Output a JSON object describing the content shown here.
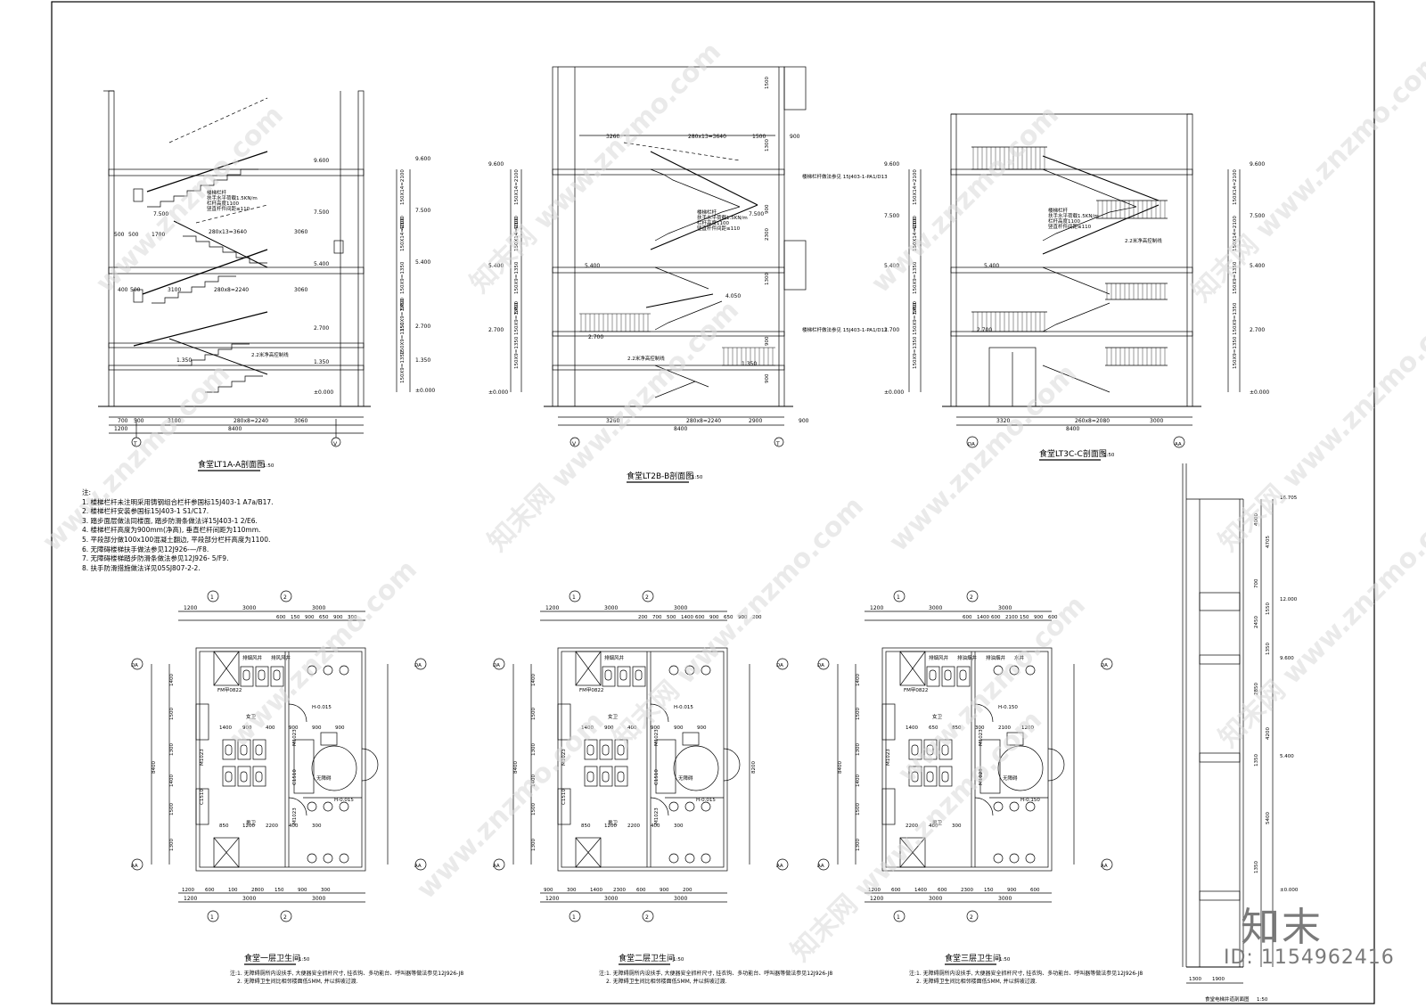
{
  "section_aa": {
    "title": "食堂LT1A-A剖面图",
    "scale": "1:50",
    "levels": [
      "9.600",
      "7.500",
      "5.400",
      "2.700",
      "1.350",
      "±0.000"
    ],
    "note_landing": "2.2米净高控制线",
    "rail_note": [
      "楼梯栏杆",
      "扶手水平荷载1.5KN/m",
      "栏杆高度1100",
      "竖直杆件间距≤110"
    ],
    "dims_bottom_1": [
      "700",
      "500",
      "3100",
      "280x8=2240",
      "3060"
    ],
    "dims_bottom_2": [
      "1200",
      "8400"
    ],
    "dims_mid": [
      "1700",
      "280x13=3640",
      "3060",
      "3100",
      "280x8=2240",
      "3060",
      "500",
      "500",
      "400",
      "500"
    ],
    "dims_right": [
      "150X14=2100",
      "4200",
      "150X14=2100",
      "150X9=1350",
      "5400",
      "150X9=1350",
      "150X9=1350",
      "150X9=1350"
    ],
    "axes": [
      "T",
      "V"
    ]
  },
  "section_bb": {
    "title": "食堂LT2B-B剖面图",
    "scale": "1:50",
    "levels": [
      "9.600",
      "7.500",
      "5.400",
      "4.050",
      "2.700",
      "1.350",
      "±0.000"
    ],
    "note_landing": "2.2米净高控制线",
    "rail_note": [
      "楼梯栏杆",
      "扶手水平荷载1.5KN/m",
      "栏杆高度1100",
      "竖直杆件间距≤110"
    ],
    "handrail_note": "楼梯栏杆做法参见 15J403-1-PA1/D13",
    "dims_top": [
      "3260",
      "280x13=3640",
      "1500",
      "900"
    ],
    "dims_bottom_1": [
      "3260",
      "280x8=2240",
      "2900",
      "900"
    ],
    "dims_bottom_2": [
      "8400"
    ],
    "dims_left": [
      "150X14=2100",
      "4200",
      "150X14=2100",
      "150X9=1350",
      "5400",
      "150X9=1350",
      "150X9=1350"
    ],
    "dims_right": [
      "1500",
      "1300",
      "2300",
      "1300",
      "900",
      "900",
      "900"
    ],
    "axes": [
      "V",
      "T"
    ]
  },
  "section_cc": {
    "title": "食堂LT3C-C剖面图",
    "scale": "1:50",
    "levels": [
      "9.600",
      "7.500",
      "5.400",
      "2.700",
      "±0.000"
    ],
    "note_landing": "2.2米净高控制线",
    "rail_note": [
      "楼梯栏杆",
      "扶手水平荷载1.5KN/m",
      "栏杆高度1100",
      "竖直杆件间距≤110"
    ],
    "dims_bottom_1": [
      "3320",
      "260x8=2080",
      "3000"
    ],
    "dims_bottom_2": [
      "8400"
    ],
    "dims_left": [
      "150X14=2100",
      "4200",
      "150X14=2100",
      "150X9=1350",
      "5400",
      "150X9=1350",
      "150X9=1350"
    ],
    "dims_right": [
      "150X14=2100",
      "150X14=2100",
      "150X9=1350",
      "150X9=1350",
      "150X9=1350"
    ],
    "axes": [
      "DA",
      "AA"
    ]
  },
  "notes": {
    "heading": "注:",
    "items": [
      "1. 楼梯栏杆未注明采用铸钢组合栏杆参国标15J403-1 A7a/B17.",
      "2. 楼梯栏杆安装参国标15J403-1 S1/C17.",
      "3. 踏步面层做法同楼面, 踏步防滑条做法详15J403-1 2/E6.",
      "4. 楼梯栏杆高度为900mm(净高), 垂直栏杆间距为110mm.",
      "5. 平段部分做100x100混凝土翻边, 平段部分栏杆高度为1100.",
      "6. 无障碍楼梯扶手做法参见12J926-—/F8.",
      "7. 无障碍楼梯踏步防滑条做法参见12J926- 5/F9.",
      "8. 扶手防滑措施做法详见05SJ807-2-2."
    ]
  },
  "plan_1": {
    "title": "食堂一层卫生间",
    "scale": "1:50",
    "rooms": [
      "女卫",
      "男卫",
      "无障碍",
      "排烟风井",
      "排风风井"
    ],
    "door_tags": [
      "FM甲0822",
      "M1023",
      "M1023",
      "C1510",
      "C1510",
      "M1023"
    ],
    "levels": [
      "H-0.015",
      "H-0.015"
    ],
    "dims_top_1": [
      "1200",
      "3000",
      "3000"
    ],
    "dims_top_2": [
      "600",
      "150",
      "900",
      "650",
      "900",
      "300"
    ],
    "dims_left": [
      "1400",
      "1500",
      "1300",
      "1400",
      "1500",
      "1300"
    ],
    "dims_total": "8400",
    "dims_bottom_1": [
      "1200",
      "600",
      "100",
      "2800",
      "150",
      "900",
      "300"
    ],
    "dims_bottom_2": [
      "1200",
      "3000",
      "3000"
    ],
    "inner_dims": [
      "1400",
      "900",
      "400",
      "900",
      "900",
      "900",
      "850",
      "1200",
      "2200",
      "400",
      "300"
    ],
    "axes_h": [
      "1",
      "2"
    ],
    "axes_v": [
      "DA",
      "AA"
    ],
    "footnote": [
      "注:1. 无障碍厕所内设扶手, 大便器安全抓杆尺寸, 挂衣钩、多功能台、呼叫器等做法参见12J926-J8",
      "2. 无障碍卫生间比相邻楼面低5MM, 并以斜坡过渡."
    ]
  },
  "plan_2": {
    "title": "食堂二层卫生间",
    "scale": "1:50",
    "rooms": [
      "女卫",
      "男卫",
      "无障碍",
      "排烟风井"
    ],
    "door_tags": [
      "FM甲0822",
      "M1023",
      "M1023",
      "C1510",
      "C1510",
      "M1023"
    ],
    "levels": [
      "H-0.015",
      "H-0.015"
    ],
    "dims_top_1": [
      "1200",
      "3000",
      "3000"
    ],
    "dims_top_2": [
      "200",
      "700",
      "500",
      "1400",
      "600",
      "900",
      "650",
      "900",
      "200"
    ],
    "dims_left": [
      "1400",
      "1500",
      "1300",
      "1400",
      "1500",
      "1300"
    ],
    "dims_total": "8400",
    "dims_right_total": "8200",
    "dims_bottom_1": [
      "900",
      "300",
      "1400",
      "2300",
      "600",
      "900",
      "200"
    ],
    "dims_bottom_2": [
      "1200",
      "3000",
      "3000"
    ],
    "inner_dims": [
      "1400",
      "900",
      "400",
      "900",
      "900",
      "900",
      "850",
      "1200",
      "2200",
      "400",
      "300"
    ],
    "axes_h": [
      "1",
      "2"
    ],
    "axes_v": [
      "DA",
      "AA"
    ],
    "footnote": [
      "注:1. 无障碍厕所内设扶手, 大便器安全抓杆尺寸, 挂衣钩、多功能台、呼叫器等做法参见12J926-J8",
      "2. 无障碍卫生间比相邻楼面低5MM, 并以斜坡过渡."
    ]
  },
  "plan_3": {
    "title": "食堂三层卫生间",
    "scale": "1:50",
    "rooms": [
      "女卫",
      "男卫",
      "无障碍",
      "排烟风井",
      "排油烟井",
      "排油烟井",
      "水井"
    ],
    "door_tags": [
      "FM甲0822",
      "M1023",
      "M1023",
      "M1023"
    ],
    "levels": [
      "H-0.150",
      "H-0.150"
    ],
    "dims_top_1": [
      "1200",
      "3000",
      "3000"
    ],
    "dims_top_2": [
      "600",
      "1400",
      "600",
      "2100",
      "150",
      "900",
      "600"
    ],
    "dims_left": [
      "1400",
      "1500",
      "1300",
      "1400",
      "1500",
      "1300"
    ],
    "dims_total": "8400",
    "dims_bottom_1": [
      "1200",
      "600",
      "1400",
      "600",
      "2300",
      "150",
      "900",
      "600"
    ],
    "dims_bottom_2": [
      "1200",
      "3000",
      "3000"
    ],
    "inner_dims": [
      "1400",
      "650",
      "850",
      "300",
      "2100",
      "1200",
      "2200",
      "400",
      "300"
    ],
    "axes_h": [
      "1",
      "2"
    ],
    "axes_v": [
      "DA",
      "AA"
    ],
    "footnote": [
      "注:1. 无障碍厕所内设扶手, 大便器安全抓杆尺寸, 挂衣钩、多功能台、呼叫器等做法参见12J926-J8",
      "2. 无障碍卫生间比相邻楼面低5MM, 并以斜坡过渡."
    ]
  },
  "elevator_section": {
    "title": "食堂电梯井道剖面图",
    "scale": "1:50",
    "levels": [
      "16.705",
      "12.000",
      "9.600",
      "5.400",
      "±0.000"
    ],
    "dims_right": [
      "4000",
      "4705",
      "700",
      "1550",
      "2450",
      "1350",
      "2850",
      "4200",
      "1350",
      "5400",
      "1350"
    ],
    "dims_bottom": [
      "1300",
      "1900"
    ]
  },
  "watermark": {
    "text": "www.znzmo.com",
    "brand": "知末网",
    "logo": "知末",
    "image_id": "ID: 1154962416"
  }
}
